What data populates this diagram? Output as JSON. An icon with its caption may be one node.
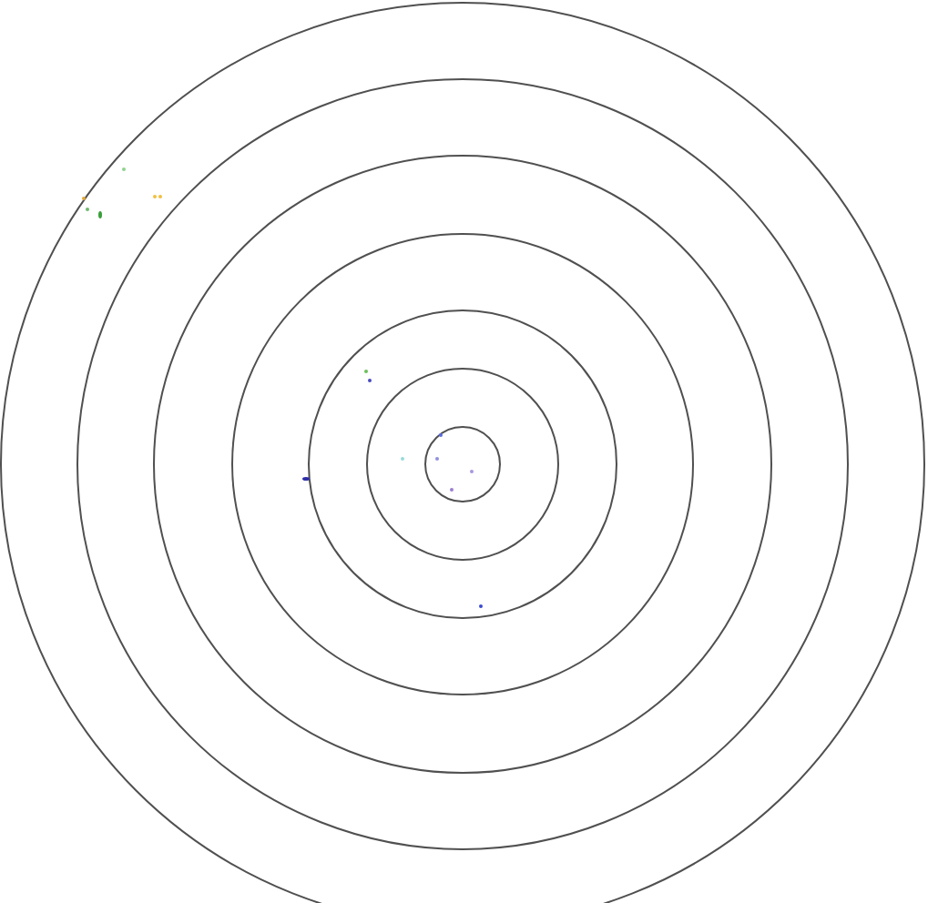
{
  "diagram": {
    "nodes": [
      {
        "text": [],
        "shape": "circle"
      },
      {
        "text": [],
        "shape": "circle",
        "in": 0
      },
      {
        "text": [],
        "shape": "circle",
        "in": 1
      },
      {
        "text": [],
        "shape": "circle",
        "in": 2
      },
      {
        "text": [],
        "shape": "circle",
        "in": 3
      },
      {
        "text": [],
        "shape": "circle",
        "in": 4
      },
      {
        "text": [],
        "shape": "circle",
        "in": 5
      }
    ]
  }
}
